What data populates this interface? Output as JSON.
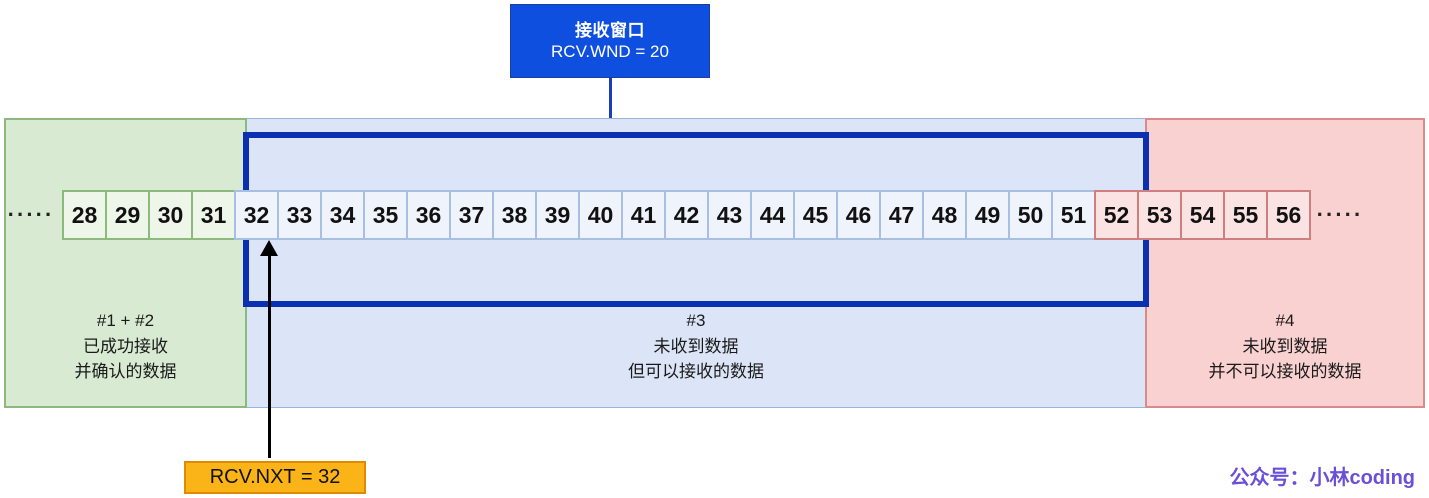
{
  "window_callout": {
    "title": "接收窗口",
    "value_label": "RCV.WND = 20",
    "bg_color": "#0f4fe0",
    "text_color": "#ffffff"
  },
  "sections": {
    "received": {
      "number": "#1 + #2",
      "line1": "已成功接收",
      "line2": "并确认的数据",
      "bg_color": "#d8ead2",
      "border_color": "#8cb97c",
      "leading_dots": "·····",
      "cells": [
        "28",
        "29",
        "30",
        "31"
      ]
    },
    "window": {
      "number": "#3",
      "line1": "未收到数据",
      "line2": "但可以接收的数据",
      "bg_color": "#dce5f7",
      "border_color": "#0a2fb0",
      "cells": [
        "32",
        "33",
        "34",
        "35",
        "36",
        "37",
        "38",
        "39",
        "40",
        "41",
        "42",
        "43",
        "44",
        "45",
        "46",
        "47",
        "48",
        "49",
        "50",
        "51"
      ]
    },
    "unavailable": {
      "number": "#4",
      "line1": "未收到数据",
      "line2": "并不可以接收的数据",
      "bg_color": "#fad1d1",
      "border_color": "#d98b8b",
      "trailing_dots": "·····",
      "cells": [
        "52",
        "53",
        "54",
        "55",
        "56"
      ]
    }
  },
  "next_pointer": {
    "label": "RCV.NXT = 32",
    "bg_color": "#fbb417",
    "border_color": "#e08a00"
  },
  "watermark": {
    "text": "公众号：小林coding",
    "color": "#6a4fd8"
  }
}
